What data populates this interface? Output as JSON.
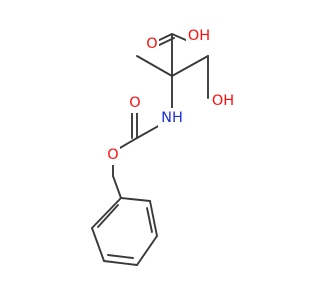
{
  "colors": {
    "bond": "#3a3a3a",
    "oxygen": "#ff0d0d",
    "nitrogen": "#2030d8",
    "background": "#ffffff"
  },
  "atoms": {
    "carboxyl_oh": "OH",
    "carboxyl_o": "O",
    "hydroxyl_oh": "OH",
    "amine_nh": "NH",
    "carbamate_o_double": "O",
    "carbamate_o_ester": "O"
  }
}
